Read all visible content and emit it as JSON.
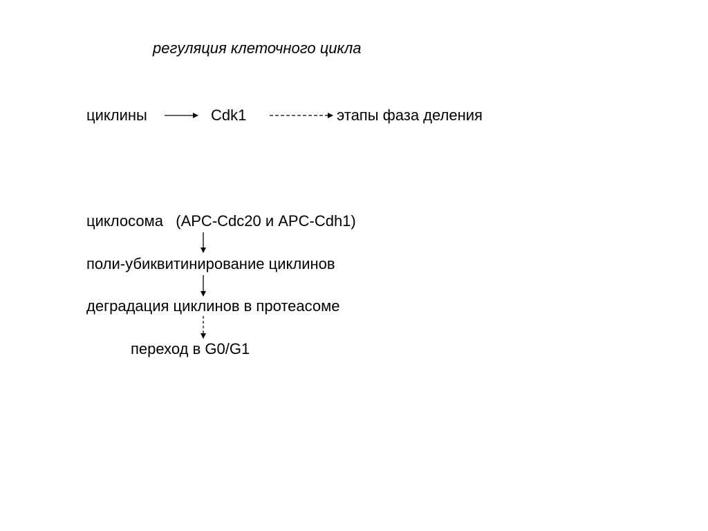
{
  "title": "регуляция клеточного цикла",
  "row1": {
    "cyclins": "циклины",
    "cdk": "Cdk1",
    "phases": "этапы фаза деления"
  },
  "cascade": {
    "cyclosome": "циклосома   (APC-Cdc20 и APC-Cdh1)",
    "ubiquitination": "поли-убиквитинирование циклинов",
    "degradation": "деградация циклинов в протеасоме",
    "transition": "переход в G0/G1"
  },
  "colors": {
    "text": "#000000",
    "background": "#ffffff"
  }
}
